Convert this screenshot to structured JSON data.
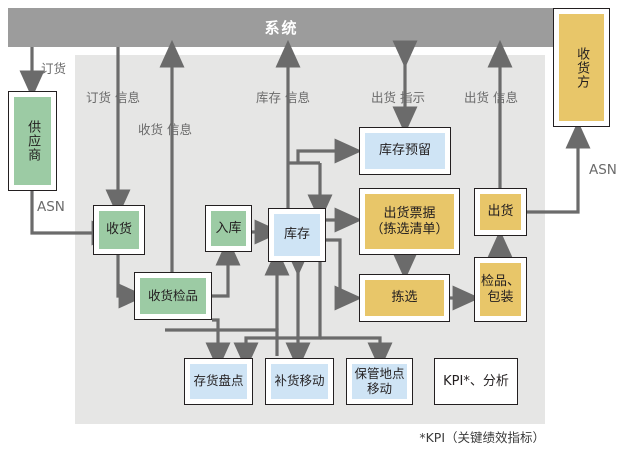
{
  "diagram": {
    "title_bar": {
      "label": "系统"
    },
    "footnote": "*KPI（关键绩效指标）",
    "colors": {
      "system_bar": "#9c9c9c",
      "panel": "#e6e6e5",
      "green": "#9ccba4",
      "blue": "#cfe4f5",
      "gold": "#e8c669",
      "arrow": "#6b6b6b",
      "border": "#231f20",
      "label_text": "#6b6b6b"
    },
    "external_nodes": [
      {
        "id": "supplier",
        "label": "供应商",
        "color": "green",
        "orientation": "vertical"
      },
      {
        "id": "consignee",
        "label": "收货方",
        "color": "gold",
        "orientation": "vertical"
      }
    ],
    "process_nodes": [
      {
        "id": "receiving",
        "label": "收货",
        "color": "green"
      },
      {
        "id": "receiving-check",
        "label": "收货检品",
        "color": "green"
      },
      {
        "id": "putaway",
        "label": "入库",
        "color": "green"
      },
      {
        "id": "inventory",
        "label": "库存",
        "color": "blue"
      },
      {
        "id": "inventory-reserve",
        "label": "库存预留",
        "color": "blue"
      },
      {
        "id": "shipping-doc",
        "label": "出货票据\n（拣选清单）",
        "color": "gold"
      },
      {
        "id": "picking",
        "label": "拣选",
        "color": "gold"
      },
      {
        "id": "shipping",
        "label": "出货",
        "color": "gold"
      },
      {
        "id": "inspect-pack",
        "label": "检品、\n包装",
        "color": "gold"
      },
      {
        "id": "stock-count",
        "label": "存货盘点",
        "color": "blue"
      },
      {
        "id": "replenish-move",
        "label": "补货移动",
        "color": "blue"
      },
      {
        "id": "storage-move",
        "label": "保管地点\n移动",
        "color": "blue"
      },
      {
        "id": "kpi-analysis",
        "label": "KPI*、分析",
        "color": "plain"
      }
    ],
    "flow_labels": [
      {
        "id": "order",
        "text": "订货"
      },
      {
        "id": "order-info",
        "text": "订货 信息"
      },
      {
        "id": "receiving-info",
        "text": "收货 信息"
      },
      {
        "id": "inventory-info",
        "text": "库存 信息"
      },
      {
        "id": "shipping-order",
        "text": "出货 指示"
      },
      {
        "id": "shipping-info",
        "text": "出货 信息"
      },
      {
        "id": "asn-left",
        "text": "ASN"
      },
      {
        "id": "asn-right",
        "text": "ASN"
      }
    ]
  }
}
